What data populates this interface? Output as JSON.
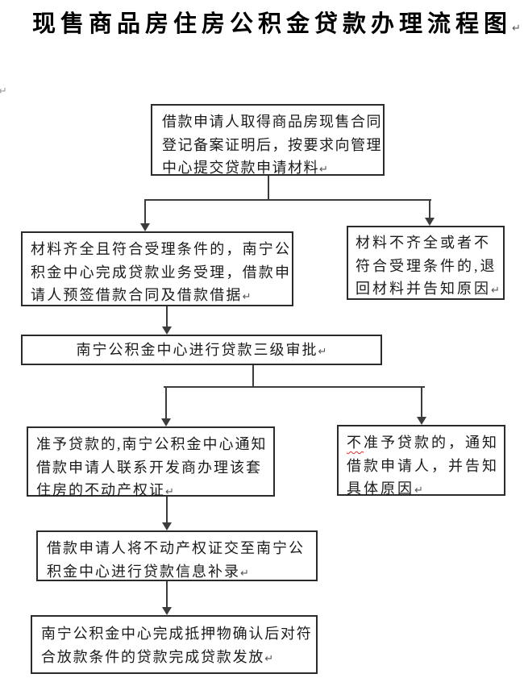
{
  "page": {
    "title": "现售商品房住房公积金贷款办理流程图",
    "paragraph_mark": "↵",
    "stray_mark": "↵"
  },
  "flow": {
    "step1_submit": {
      "text": "借款申请人取得商品房现售合同\n登记备案证明后，按要求向管理\n中心提交贷款申请材料"
    },
    "step2_accept": {
      "text": "材料齐全且符合受理条件的，南宁公\n积金中心完成贷款业务受理，借款申\n请人预签借款合同及借款借据"
    },
    "step2_reject": {
      "text": "材料不齐全或者不\n符合受理条件的,退\n回材料并告知原因"
    },
    "step3_approval": {
      "text": "南宁公积金中心进行贷款三级审批"
    },
    "step4_approve": {
      "text": "准予贷款的,南宁公积金中心通知\n借款申请人联系开发商办理该套\n住房的不动产权证"
    },
    "step4_deny": {
      "lead": "不",
      "text": "准予贷款的，通知\n借款申请人，并告知\n具体原因"
    },
    "step5_supplement": {
      "text": "借款申请人将不动产权证交至南宁公\n积金中心进行贷款信息补录"
    },
    "step6_disburse": {
      "text": "南宁公积金中心完成抵押物确认后对符\n合放款条件的贷款完成贷款发放"
    }
  },
  "colors": {
    "text": "#1a1a1a",
    "border": "#2b2b2b",
    "line": "#3c3c3c",
    "spellcheck": "#e03030"
  }
}
